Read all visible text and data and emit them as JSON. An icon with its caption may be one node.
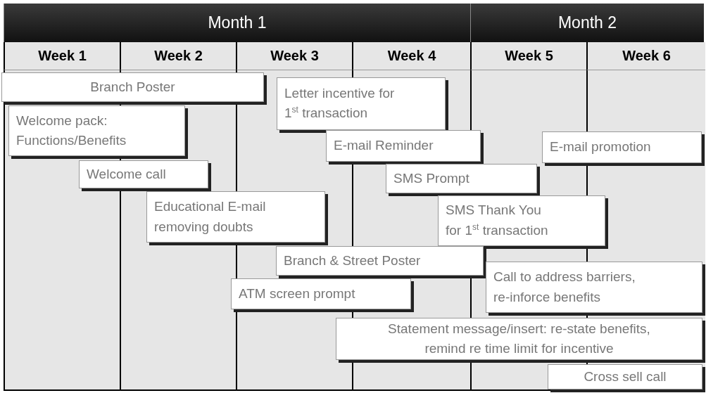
{
  "diagram": {
    "nodes": [
      {
        "text": [
          "Month 1"
        ]
      },
      {
        "text": [
          "Month 2"
        ]
      },
      {
        "text": [
          "Week 1"
        ]
      },
      {
        "text": [
          "Week 2"
        ]
      },
      {
        "text": [
          "Week 3"
        ]
      },
      {
        "text": [
          "Week 4"
        ]
      },
      {
        "text": [
          "Week 5"
        ]
      },
      {
        "text": [
          "Week 6"
        ]
      },
      {
        "text": [
          "Branch Poster"
        ]
      },
      {
        "text": [
          "Letter incentive for 1$^{st}$ transaction"
        ]
      },
      {
        "text": [
          "Welcome pack: Functions/Benefits"
        ]
      },
      {
        "text": [
          "E-mail Reminder"
        ]
      },
      {
        "text": [
          "E-mail promotion"
        ]
      },
      {
        "text": [
          "Welcome call"
        ]
      },
      {
        "text": [
          "SMS Prompt"
        ]
      },
      {
        "text": [
          "Educational E-mail removing doubts"
        ]
      },
      {
        "text": [
          "SMS Thank You for 1$^{st}$ transaction"
        ]
      },
      {
        "text": [
          "Branch & Street Poster"
        ]
      },
      {
        "text": [
          "Call to address barriers, re-inforce benefits"
        ]
      },
      {
        "text": [
          "ATM screen prompt"
        ]
      },
      {
        "text": [
          "Statement message/insert: re-state benefits, remind re time limit for incentive"
        ]
      },
      {
        "text": [
          "Cross sell call"
        ]
      }
    ]
  }
}
